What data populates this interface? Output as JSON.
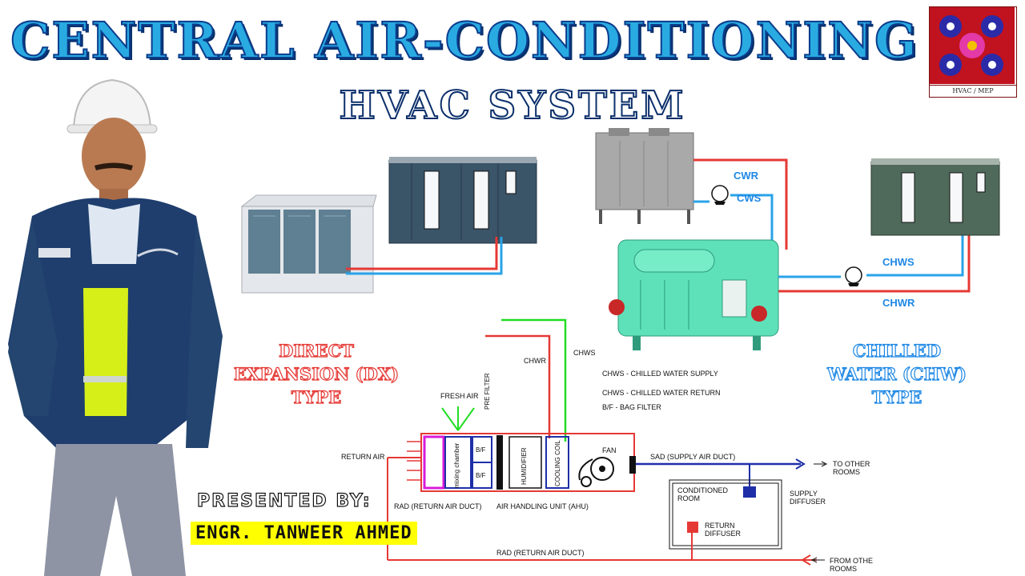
{
  "title": {
    "main": "CENTRAL AIR-CONDITIONING",
    "sub": "HVAC SYSTEM"
  },
  "logo": {
    "caption": "HVAC / MEP"
  },
  "types": {
    "dx": "DIRECT\nEXPANSION (DX)\nTYPE",
    "chw": "CHILLED\nWATER (CHW)\nTYPE"
  },
  "presenter": {
    "presented_by": "PRESENTED BY:",
    "name": "ENGR. TANWEER AHMED"
  },
  "pipes": {
    "cwr": "CWR",
    "cws": "CWS",
    "chws": "CHWS",
    "chwr": "CHWR"
  },
  "legend": {
    "line1": "CHWS - CHILLED WATER SUPPLY",
    "line2": "CHWS - CHILLED WATER RETURN",
    "line3": "B/F - BAG FILTER"
  },
  "schematic": {
    "chwr": "CHWR",
    "chws": "CHWS",
    "fresh_air": "FRESH AIR",
    "pre_filter": "PRE FILTER",
    "return_air": "RETURN AIR",
    "mixing_chamber": "mixing chamber",
    "bf_top": "B/F",
    "bf_bottom": "B/F",
    "humidifier": "HUMIDIFIER",
    "cooling_coil": "COOLING COIL",
    "fan": "FAN",
    "sad": "SAD (SUPPLY AIR DUCT)",
    "to_other_rooms": "TO OTHER\nROOMS",
    "conditioned_room": "CONDITIONED\nROOM",
    "supply_diffuser": "SUPPLY\nDIFFUSER",
    "return_diffuser": "RETURN\nDIFFUSER",
    "rad_top": "RAD (RETURN AIR DUCT)",
    "ahu": "AIR HANDLING UNIT (AHU)",
    "rad_bottom": "RAD (RETURN AIR DUCT)",
    "from_other_rooms": "FROM OTHE\nROOMS"
  },
  "colors": {
    "title_fill": "#29abe2",
    "title_outline": "#0b3c8c",
    "supply_pipe": "#29a3e8",
    "return_pipe": "#e53935",
    "green_pipe": "#22dd22",
    "presenter_highlight": "#ffff00"
  }
}
